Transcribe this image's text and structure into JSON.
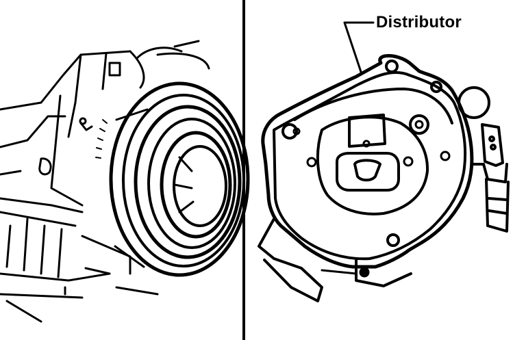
{
  "figure": {
    "callout": {
      "label": "Distributor"
    },
    "panels": [
      "crankshaft-pulley-timing-mark-view",
      "distributor-view"
    ],
    "colors": {
      "ink": "#000000",
      "paper": "#ffffff"
    }
  }
}
